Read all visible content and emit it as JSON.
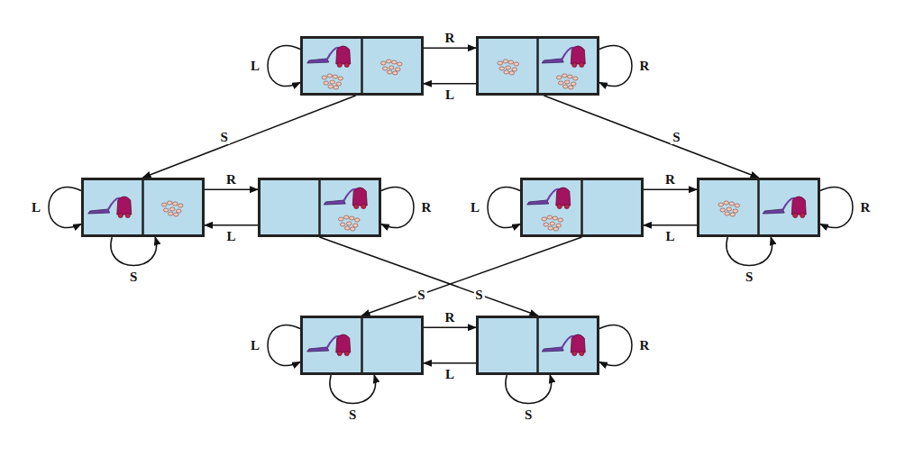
{
  "diagram": {
    "nodes": [
      {
        "text": []
      },
      {
        "text": []
      },
      {
        "text": []
      },
      {
        "text": []
      },
      {
        "text": []
      },
      {
        "text": []
      },
      {
        "text": []
      },
      {
        "text": []
      }
    ],
    "edges": [
      {
        "from": 0,
        "to": 1,
        "label": "R",
        "arrow": "to"
      },
      {
        "from": 1,
        "to": 0,
        "label": "L",
        "arrow": "to"
      },
      {
        "from": 0,
        "to": 0,
        "label": "L",
        "arrow": "to"
      },
      {
        "from": 1,
        "to": 1,
        "label": "R",
        "arrow": "to"
      },
      {
        "from": 0,
        "to": 2,
        "label": "S",
        "arrow": "to"
      },
      {
        "from": 1,
        "to": 5,
        "label": "S",
        "arrow": "to"
      },
      {
        "from": 2,
        "to": 2,
        "label": "L",
        "arrow": "to"
      },
      {
        "from": 2,
        "to": 2,
        "label": "S",
        "arrow": "to"
      },
      {
        "from": 2,
        "to": 3,
        "label": "R",
        "arrow": "to"
      },
      {
        "from": 3,
        "to": 2,
        "label": "L",
        "arrow": "to"
      },
      {
        "from": 3,
        "to": 3,
        "label": "R",
        "arrow": "to"
      },
      {
        "from": 3,
        "to": 7,
        "label": "S",
        "arrow": "to"
      },
      {
        "from": 4,
        "to": 4,
        "label": "L",
        "arrow": "to"
      },
      {
        "from": 4,
        "to": 5,
        "label": "R",
        "arrow": "to"
      },
      {
        "from": 5,
        "to": 4,
        "label": "L",
        "arrow": "to"
      },
      {
        "from": 5,
        "to": 5,
        "label": "R",
        "arrow": "to"
      },
      {
        "from": 5,
        "to": 5,
        "label": "S",
        "arrow": "to"
      },
      {
        "from": 4,
        "to": 6,
        "label": "S",
        "arrow": "to"
      },
      {
        "from": 6,
        "to": 6,
        "label": "L",
        "arrow": "to"
      },
      {
        "from": 6,
        "to": 6,
        "label": "S",
        "arrow": "to"
      },
      {
        "from": 6,
        "to": 7,
        "label": "R",
        "arrow": "to"
      },
      {
        "from": 7,
        "to": 6,
        "label": "L",
        "arrow": "to"
      },
      {
        "from": 7,
        "to": 7,
        "label": "R",
        "arrow": "to"
      },
      {
        "from": 7,
        "to": 7,
        "label": "S",
        "arrow": "to"
      }
    ]
  }
}
